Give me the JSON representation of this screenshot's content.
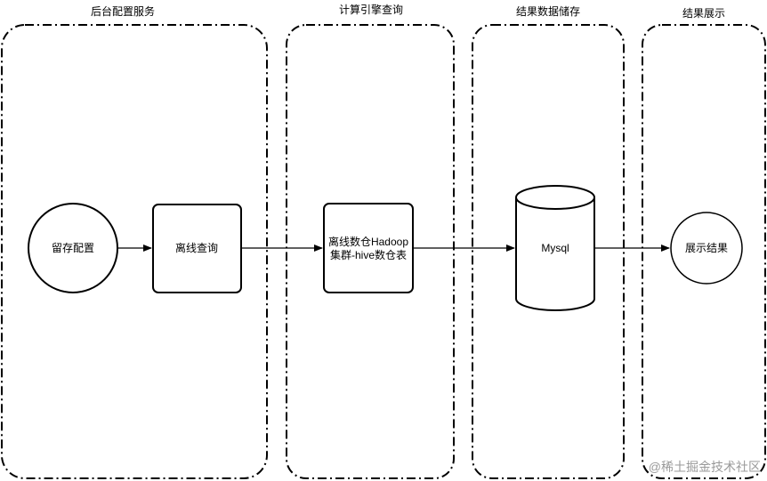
{
  "lanes": {
    "backend": "后台配置服务",
    "engine": "计算引擎查询",
    "storage": "结果数据储存",
    "display": "结果展示"
  },
  "nodes": {
    "retain_config": "留存配置",
    "offline_query": "离线查询",
    "hive_line1": "离线数仓Hadoop",
    "hive_line2": "集群-hive数仓表",
    "mysql": "Mysql",
    "show_result": "展示结果"
  },
  "watermark": "@稀土掘金技术社区",
  "colors": {
    "stroke": "#000000",
    "watermark": "#9a9a9a"
  }
}
